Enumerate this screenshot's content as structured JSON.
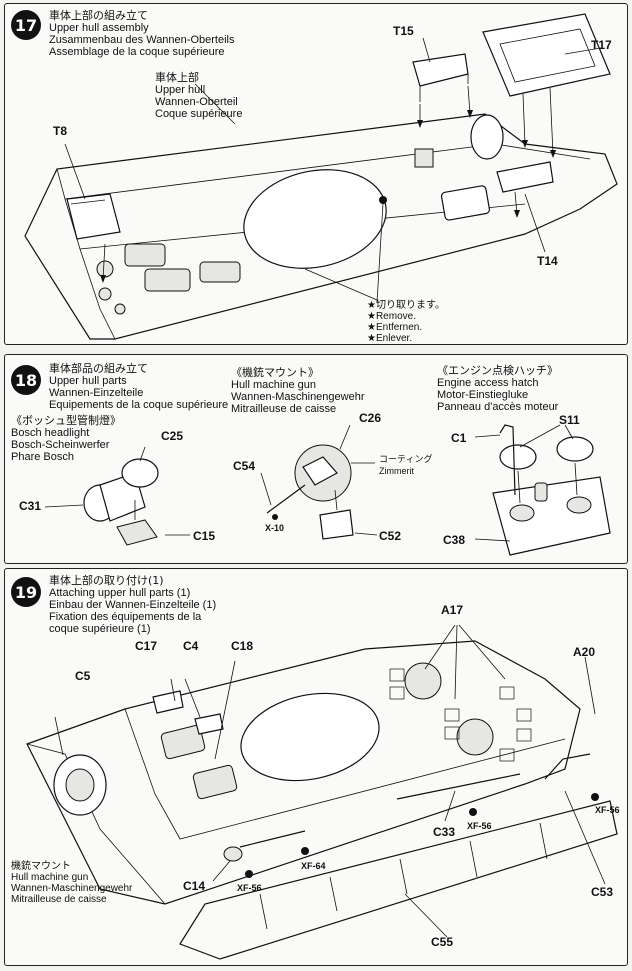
{
  "step17": {
    "number": "17",
    "title_jp": "車体上部の組み立て",
    "title_en": "Upper hull assembly",
    "title_de": "Zusammenbau des Wannen-Oberteils",
    "title_fr": "Assemblage de la coque supérieure",
    "hull_label": [
      "車体上部",
      "Upper hull",
      "Wannen-Oberteil",
      "Coque supérieure"
    ],
    "parts": {
      "t8": "T8",
      "t15": "T15",
      "t17": "T17",
      "t14": "T14"
    },
    "remove": [
      "★切り取ります。",
      "★Remove.",
      "★Entfernen.",
      "★Enlever."
    ]
  },
  "step18": {
    "number": "18",
    "title_jp": "車体部品の組み立て",
    "title_en": "Upper hull parts",
    "title_de": "Wannen-Einzelteile",
    "title_fr": "Equipements de la coque supérieure",
    "bosch": [
      "《ボッシュ型管制燈》",
      "Bosch headlight",
      "Bosch-Scheinwerfer",
      "Phare Bosch"
    ],
    "mg": [
      "《機銃マウント》",
      "Hull machine gun",
      "Wannen-Maschinengewehr",
      "Mitrailleuse de caisse"
    ],
    "hatch": [
      "《エンジン点検ハッチ》",
      "Engine access hatch",
      "Motor-Einstiegluke",
      "Panneau d'accès moteur"
    ],
    "zimmerit": [
      "コーティング",
      "Zimmerit"
    ],
    "parts": {
      "c25": "C25",
      "c31": "C31",
      "c15": "C15",
      "c54": "C54",
      "c26": "C26",
      "c52": "C52",
      "c1": "C1",
      "s11": "S11",
      "c38": "C38"
    },
    "paint_x10": "X-10"
  },
  "step19": {
    "number": "19",
    "title_jp": "車体上部の取り付け(1)",
    "title_en": "Attaching upper hull parts (1)",
    "title_de": "Einbau der Wannen-Einzelteile (1)",
    "title_fr1": "Fixation des équipements de la",
    "title_fr2": "coque supérieure (1)",
    "mg": [
      "機銃マウント",
      "Hull machine gun",
      "Wannen-Maschinengewehr",
      "Mitrailleuse de caisse"
    ],
    "parts": {
      "c5": "C5",
      "c17": "C17",
      "c4": "C4",
      "c18": "C18",
      "a17": "A17",
      "a20": "A20",
      "c33": "C33",
      "c14": "C14",
      "c53": "C53",
      "c55": "C55"
    },
    "paints": {
      "xf56a": "XF-56",
      "xf64": "XF-64",
      "xf56b": "XF-56",
      "xf56c": "XF-56"
    }
  }
}
